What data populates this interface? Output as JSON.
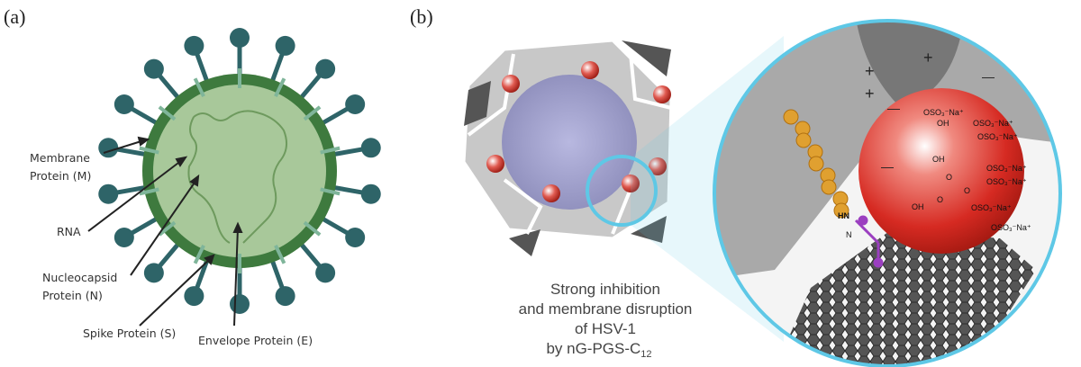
{
  "panel_a": {
    "label": "(a)",
    "labels": {
      "membrane_1": "Membrane",
      "membrane_2": "Protein (M)",
      "rna": "RNA",
      "nucleocapsid_1": "Nucleocapsid",
      "nucleocapsid_2": "Protein (N)",
      "spike": "Spike Protein (S)",
      "envelope": "Envelope Protein (E)"
    },
    "colors": {
      "core": "#a8c89a",
      "envelope": "#3e7a3e",
      "spike": "#2e6468",
      "membrane": "#7fb59a"
    }
  },
  "panel_b": {
    "label": "(b)",
    "caption": [
      "Strong inhibition",
      "and membrane disruption",
      "of HSV-1",
      "by nG-PGS-C"
    ],
    "caption_sub": "12",
    "charges": {
      "plus": "+",
      "minus": "—"
    },
    "chem": {
      "oso3": "OSO₃⁻Na⁺",
      "oh": "OH",
      "o": "O",
      "hn": "HN",
      "n": "N"
    },
    "colors": {
      "sphere": "#d62a22",
      "ring": "#5ec8e6",
      "chain": "#e0a030",
      "linker": "#9b3fc0"
    }
  }
}
